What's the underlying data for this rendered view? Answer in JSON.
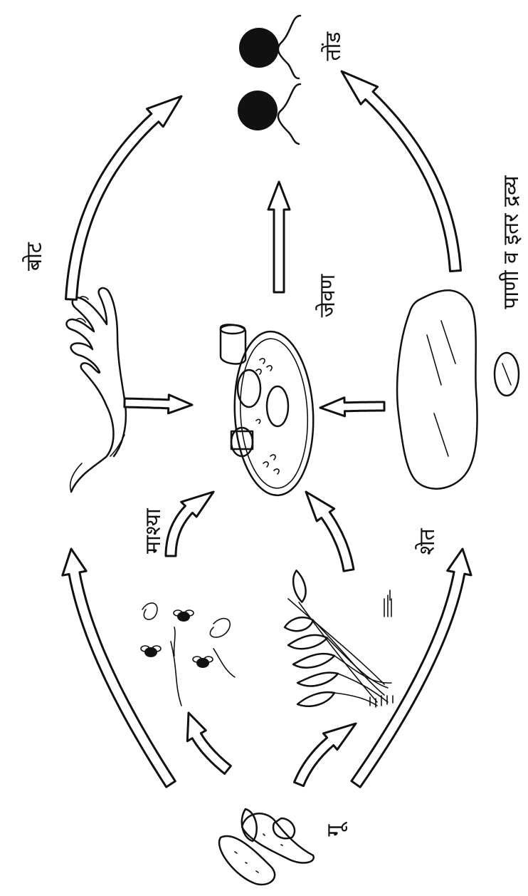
{
  "labels": {
    "feces": "गू",
    "fingers": "बोट",
    "flies": "माश्या",
    "field": "शेत",
    "meal": "जेवण",
    "mouth": "तोंड",
    "water": "पाणी व इतर द्रव्य"
  }
}
